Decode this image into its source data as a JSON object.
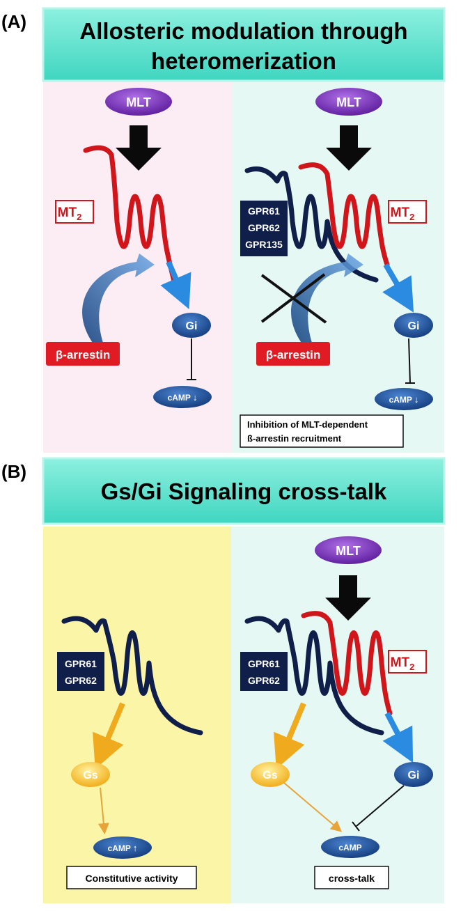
{
  "panel_a": {
    "letter": "(A)",
    "title_line1": "Allosteric modulation through",
    "title_line2": "heteromerization",
    "left": {
      "ligand": "MLT",
      "receptor_label": "MT",
      "receptor_sub": "2",
      "arrestin": "β-arrestin",
      "g_protein": "Gi",
      "camp": "cAMP",
      "camp_arrow": "↓"
    },
    "right": {
      "ligand": "MLT",
      "gpr_labels": [
        "GPR61",
        "GPR62",
        "GPR135"
      ],
      "receptor_label": "MT",
      "receptor_sub": "2",
      "arrestin": "β-arrestin",
      "g_protein": "Gi",
      "camp": "cAMP",
      "camp_arrow": "↓",
      "note_line1": "Inhibition of MLT-dependent",
      "note_line2": "ß-arrestin recruitment"
    }
  },
  "panel_b": {
    "letter": "(B)",
    "title": "Gs/Gi Signaling cross-talk",
    "left": {
      "gpr_labels": [
        "GPR61",
        "GPR62"
      ],
      "g_protein": "Gs",
      "camp": "cAMP",
      "camp_arrow": "↑",
      "caption": "Constitutive activity"
    },
    "right": {
      "ligand": "MLT",
      "gpr_labels": [
        "GPR61",
        "GPR62"
      ],
      "receptor_label": "MT",
      "receptor_sub": "2",
      "g_protein_s": "Gs",
      "g_protein_i": "Gi",
      "camp": "cAMP",
      "caption": "cross-talk"
    }
  },
  "colors": {
    "title_bg": "#5ee0cc",
    "mt2_red": "#d0151b",
    "gpr_navy": "#0f1f4a",
    "mlt_purple": "#7d2bc0",
    "gi_blue": "#1d4f9a",
    "gs_yellow": "#f2c21c",
    "pink_bg": "#fcecf4",
    "mint_bg": "#e6f8f3",
    "yellow_bg": "#fbf5a7"
  }
}
